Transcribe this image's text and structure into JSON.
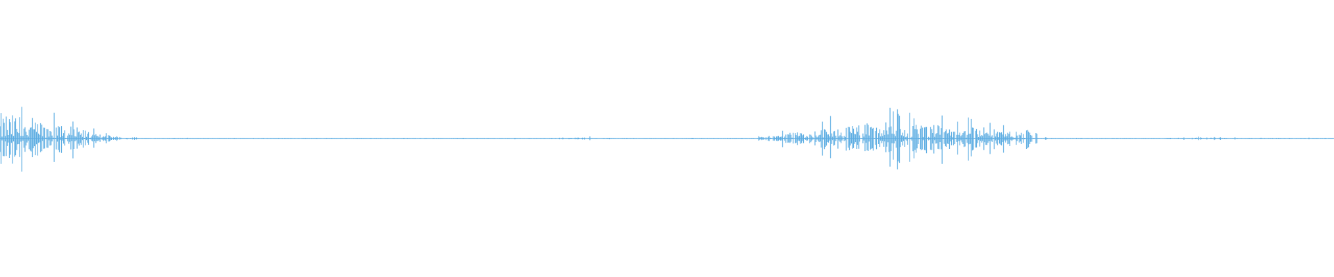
{
  "waveform": {
    "color": "#5DADE2",
    "background": "#ffffff",
    "envelope": [
      0.22,
      0.15,
      0.08,
      0.01,
      0.003,
      0.003,
      0.003,
      0.003,
      0.003,
      0.003,
      0.003,
      0.003,
      0.003,
      0.003,
      0.003,
      0.003,
      0.003,
      0.01,
      0.003,
      0.003,
      0.003,
      0.003,
      0.003,
      0.04,
      0.08,
      0.12,
      0.14,
      0.12,
      0.13,
      0.1,
      0.06,
      0.003,
      0.003,
      0.003,
      0.003,
      0.008,
      0.008,
      0.003,
      0.008,
      0.003
    ]
  }
}
